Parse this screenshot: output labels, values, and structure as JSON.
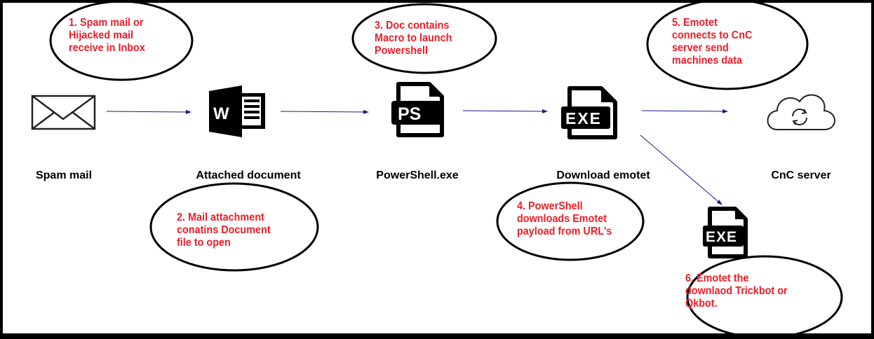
{
  "nodes": [
    {
      "label": "Spam mail",
      "icon": "envelope-icon"
    },
    {
      "label": "Attached document",
      "icon": "word-document-icon"
    },
    {
      "label": "PowerShell.exe",
      "icon": "powershell-file-icon",
      "icon_text": "PS"
    },
    {
      "label": "Download emotet",
      "icon": "exe-file-icon",
      "icon_text": "EXE"
    },
    {
      "label": "CnC server",
      "icon": "cloud-sync-icon"
    }
  ],
  "secondary_icon": {
    "icon": "exe-file-icon",
    "icon_text": "EXE"
  },
  "notes": [
    "1. Spam mail or\nHijacked mail\nreceive in Inbox",
    "2. Mail attachment\nconatins Document\nfile to open",
    "3. Doc contains\nMacro to launch\nPowershell",
    "4. PowerShell\ndownloads Emotet\npayload from URL's",
    "5. Emotet\nconnects to CnC\nserver send\nmachines data",
    "6. Emotet the\ndownlaod Trickbot or\nQkbot."
  ],
  "colors": {
    "note_text": "#e8202a",
    "arrow": "#1a1a8c",
    "border": "#000000"
  }
}
